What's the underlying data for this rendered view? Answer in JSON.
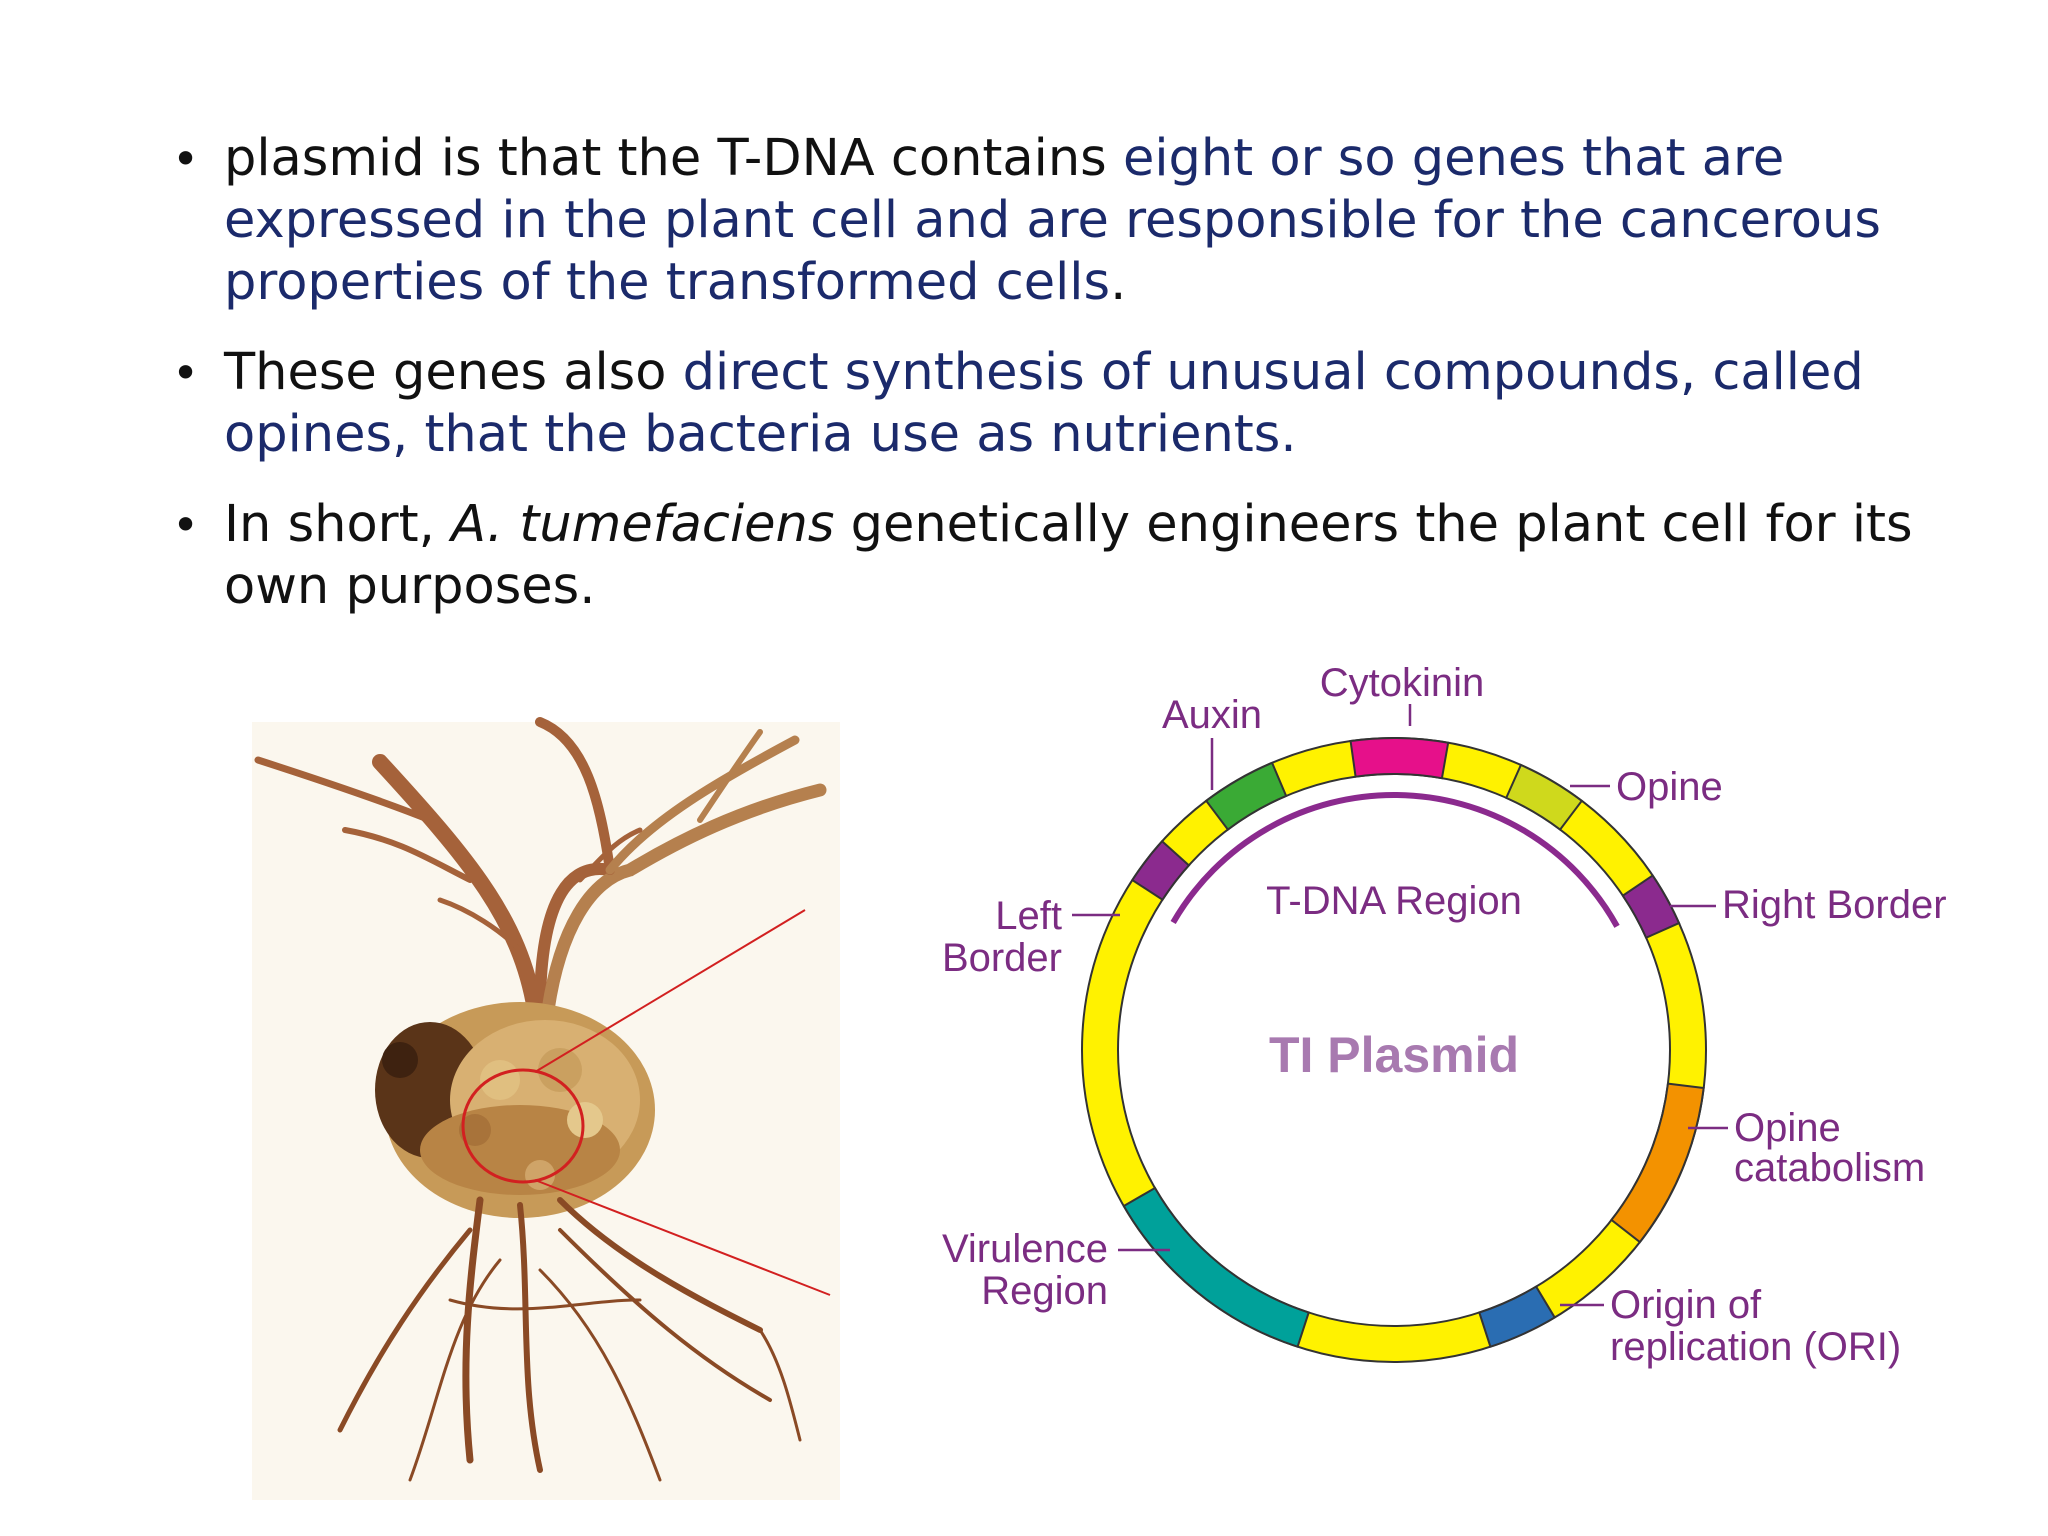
{
  "bullets": [
    {
      "plain_1": "plasmid is that the T-DNA contains ",
      "highlight_1": "eight or so genes that are expressed in the plant cell and are responsible for the cancerous properties of the transformed cells",
      "plain_2": "."
    },
    {
      "plain_1": "These genes also ",
      "highlight_1": "direct synthesis of unusual compounds, called opines, that the bacteria use as nutrients."
    },
    {
      "plain_1": "In short, ",
      "italic_1": "A. tumefaciens",
      "plain_2": " genetically engineers the plant cell for its own purposes."
    }
  ],
  "plasmid": {
    "title": "TI Plasmid",
    "tdna_label": "T-DNA Region",
    "labels": {
      "cytokinin": "Cytokinin",
      "auxin": "Auxin",
      "opine": "Opine",
      "right_border": "Right Border",
      "left_border_1": "Left",
      "left_border_2": "Border",
      "opine_catabolism_1": "Opine",
      "opine_catabolism_2": "catabolism",
      "virulence_1": "Virulence",
      "virulence_2": "Region",
      "ori_1": "Origin of",
      "ori_2": "replication (ORI)"
    },
    "colors": {
      "base_ring": "#fff200",
      "cytokinin": "#e6108a",
      "auxin": "#3aaa35",
      "opine": "#cfd91c",
      "border": "#8b2a8e",
      "opine_catabolism": "#f39200",
      "virulence": "#00a19a",
      "ori": "#2a6db2",
      "label": "#7b2c82",
      "tdna_arc": "#8b2a8e",
      "zoom_lines": "#d22020"
    }
  }
}
